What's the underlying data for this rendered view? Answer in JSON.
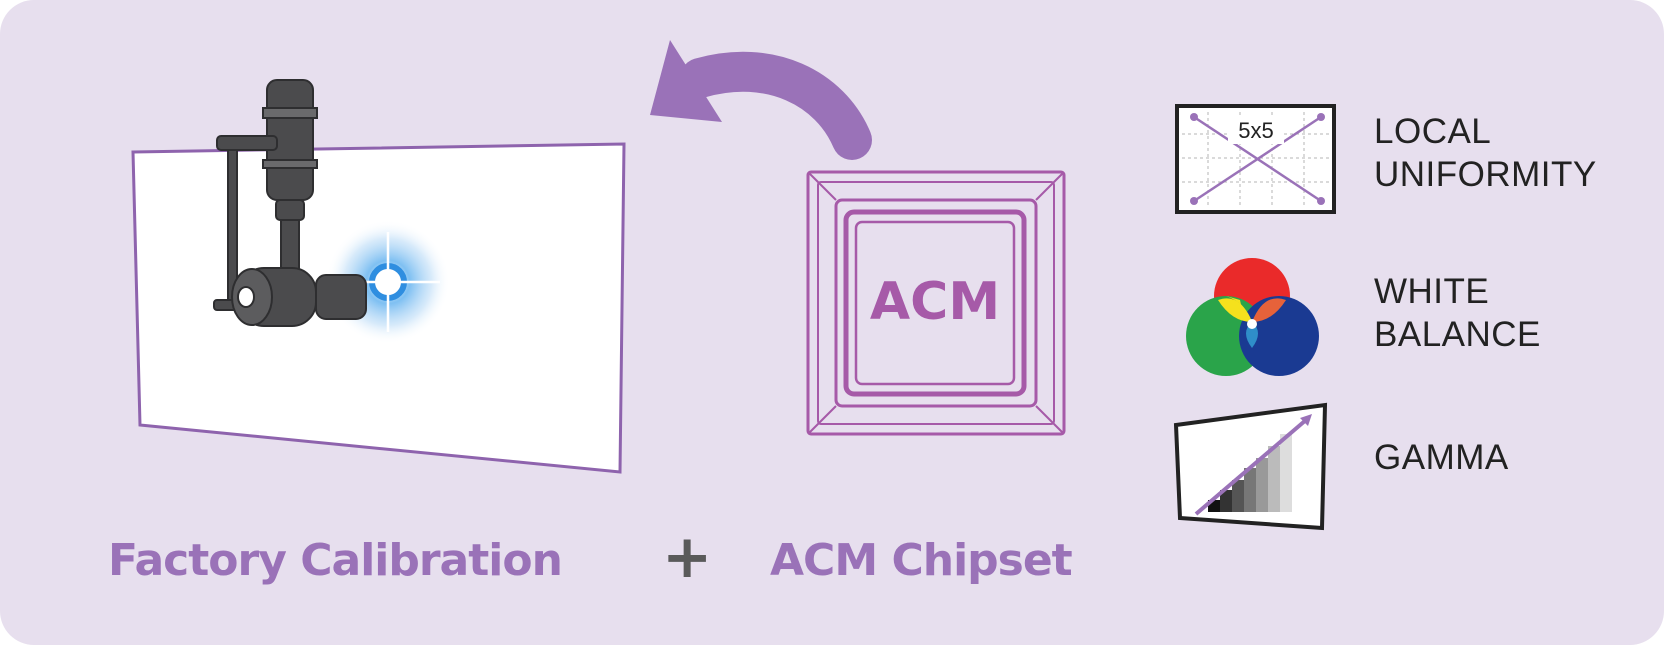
{
  "captions": {
    "factory_calibration": "Factory Calibration",
    "plus": "+",
    "acm_chipset": "ACM Chipset"
  },
  "chip": {
    "label": "ACM"
  },
  "features": [
    {
      "line1": "LOCAL",
      "line2": "UNIFORMITY",
      "icon": "grid-icon",
      "icon_label": "5x5"
    },
    {
      "line1": "WHITE",
      "line2": "BALANCE",
      "icon": "rgb-circles-icon"
    },
    {
      "line1": "GAMMA",
      "line2": "",
      "icon": "gamma-curve-icon"
    }
  ],
  "colors": {
    "background": "#e7dfee",
    "accent": "#9a72b8",
    "chip": "#a65aa8",
    "dark_text": "#5a5a5a",
    "red": "#ea2a2a",
    "green": "#2aa44a",
    "blue": "#1a3a92"
  }
}
